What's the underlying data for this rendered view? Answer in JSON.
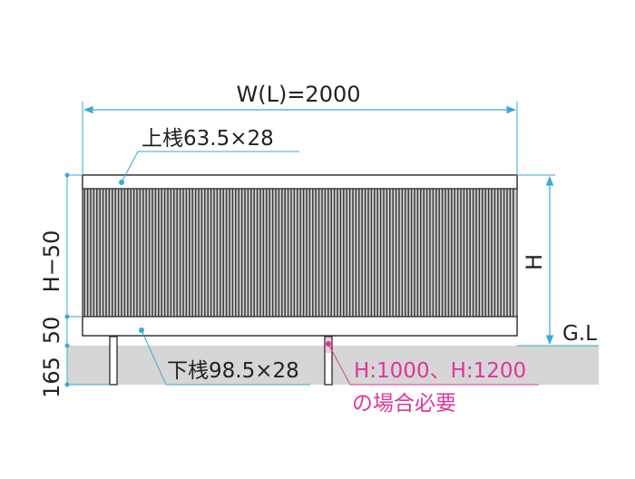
{
  "labels": {
    "width_dim": "W(L)=2000",
    "top_rail": "上桟63.5×28",
    "bottom_rail": "下桟98.5×28",
    "height_dim": "H",
    "ground_level": "G.L",
    "dim_upper": "H−50",
    "dim_lower": "50",
    "dim_embed": "165",
    "note_line1": "H:1000、H:1200",
    "note_line2": "の場合必要"
  },
  "colors": {
    "dimension": "#3aa9d6",
    "note": "#e0359a",
    "ground": "#d6d6d6",
    "outline": "#2a2a2a",
    "slat_dark": "#3a3a3a",
    "slat_light": "#cfcfcf"
  }
}
